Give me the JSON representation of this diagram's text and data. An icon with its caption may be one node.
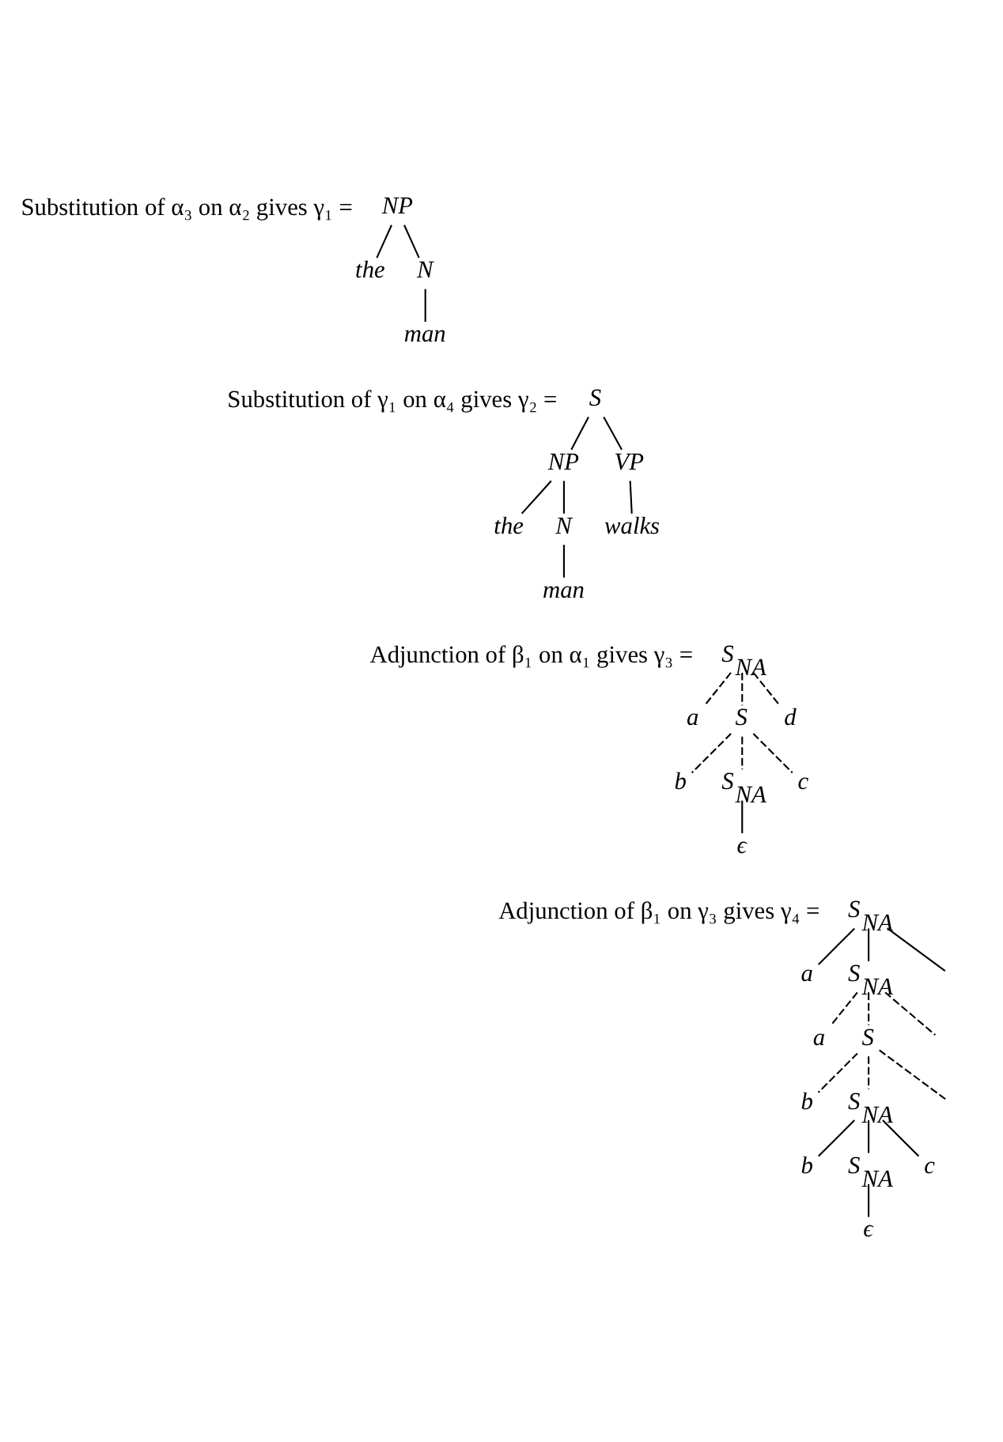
{
  "diagram": {
    "nodes": [
      {
        "text": [
          "NP"
        ]
      },
      {
        "text": [
          "the"
        ]
      },
      {
        "text": [
          "N"
        ]
      },
      {
        "text": [
          "man"
        ]
      },
      {
        "text": [
          "S"
        ]
      },
      {
        "text": [
          "NP"
        ]
      },
      {
        "text": [
          "VP"
        ]
      },
      {
        "text": [
          "the"
        ]
      },
      {
        "text": [
          "N"
        ]
      },
      {
        "text": [
          "walks"
        ]
      },
      {
        "text": [
          "man"
        ]
      },
      {
        "text": [
          "S$_{NA}$"
        ]
      },
      {
        "text": [
          "a"
        ]
      },
      {
        "text": [
          "S"
        ]
      },
      {
        "text": [
          "d"
        ]
      },
      {
        "text": [
          "b"
        ]
      },
      {
        "text": [
          "S$_{NA}$"
        ]
      },
      {
        "text": [
          "c"
        ]
      },
      {
        "text": [
          "ϵ"
        ]
      },
      {
        "text": [
          "S$_{NA}$"
        ]
      },
      {
        "text": [
          "a"
        ]
      },
      {
        "text": [
          "S$_{NA}$"
        ]
      },
      {
        "text": [
          "a"
        ]
      },
      {
        "text": [
          "S"
        ]
      },
      {
        "text": [
          "b"
        ]
      },
      {
        "text": [
          "S$_{NA}$"
        ]
      },
      {
        "text": [
          "b"
        ]
      },
      {
        "text": [
          "S$_{NA}$"
        ]
      },
      {
        "text": [
          "c"
        ]
      },
      {
        "text": [
          "ϵ"
        ]
      }
    ],
    "edges": [
      {
        "from": 0,
        "to": 1,
        "arrow": "none"
      },
      {
        "from": 0,
        "to": 2,
        "arrow": "none"
      },
      {
        "from": 2,
        "to": 3,
        "arrow": "none"
      },
      {
        "from": 4,
        "to": 5,
        "arrow": "none"
      },
      {
        "from": 4,
        "to": 6,
        "arrow": "none"
      },
      {
        "from": 5,
        "to": 7,
        "arrow": "none"
      },
      {
        "from": 5,
        "to": 8,
        "arrow": "none"
      },
      {
        "from": 6,
        "to": 9,
        "arrow": "none"
      },
      {
        "from": 8,
        "to": 10,
        "arrow": "none"
      },
      {
        "from": 11,
        "to": 12,
        "arrow": "none",
        "style": "dashed"
      },
      {
        "from": 11,
        "to": 13,
        "arrow": "none",
        "style": "dashed"
      },
      {
        "from": 11,
        "to": 14,
        "arrow": "none",
        "style": "dashed"
      },
      {
        "from": 13,
        "to": 15,
        "arrow": "none",
        "style": "dashed"
      },
      {
        "from": 13,
        "to": 16,
        "arrow": "none",
        "style": "dashed"
      },
      {
        "from": 13,
        "to": 17,
        "arrow": "none",
        "style": "dashed"
      },
      {
        "from": 16,
        "to": 18,
        "arrow": "none"
      },
      {
        "from": 19,
        "to": 20,
        "arrow": "none"
      },
      {
        "from": 19,
        "to": 21,
        "arrow": "none"
      },
      {
        "from": 19,
        "to": null,
        "arrow": "none"
      },
      {
        "from": 21,
        "to": 22,
        "arrow": "none",
        "style": "dashed"
      },
      {
        "from": 21,
        "to": 23,
        "arrow": "none",
        "style": "dashed"
      },
      {
        "from": 21,
        "to": null,
        "arrow": "none",
        "style": "dashed"
      },
      {
        "from": 23,
        "to": 24,
        "arrow": "none",
        "style": "dashed"
      },
      {
        "from": 23,
        "to": 25,
        "arrow": "none",
        "style": "dashed"
      },
      {
        "from": 23,
        "to": null,
        "arrow": "none",
        "style": "dashed"
      },
      {
        "from": 25,
        "to": 26,
        "arrow": "none"
      },
      {
        "from": 25,
        "to": 27,
        "arrow": "none"
      },
      {
        "from": 25,
        "to": 28,
        "arrow": "none"
      },
      {
        "from": 27,
        "to": 29,
        "arrow": "none"
      }
    ],
    "labels": [
      "Substitution of α₃ on α₂ gives γ₁ =",
      "Substitution of γ₁ on α₄ gives γ₂ =",
      "Adjunction of β₁ on α₁ gives γ₃ =",
      "Adjunction of β₁ on γ₃ gives γ₄ ="
    ]
  }
}
